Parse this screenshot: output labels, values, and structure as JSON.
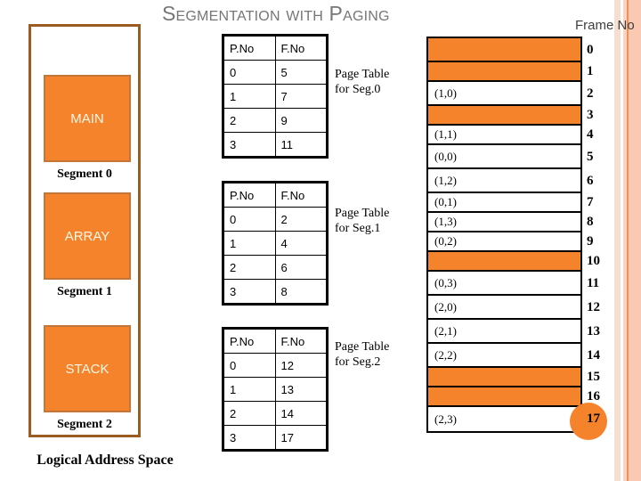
{
  "title": "Segmentation with Paging",
  "frame_no_label": "Frame No",
  "logical_address_space": {
    "caption": "Logical Address Space",
    "segments": [
      {
        "name": "MAIN",
        "caption": "Segment 0"
      },
      {
        "name": "ARRAY",
        "caption": "Segment 1"
      },
      {
        "name": "STACK",
        "caption": "Segment 2"
      }
    ]
  },
  "page_tables": [
    {
      "label": "Page Table for Seg.0",
      "headers": [
        "P.No",
        "F.No"
      ],
      "rows": [
        [
          "0",
          "5"
        ],
        [
          "1",
          "7"
        ],
        [
          "2",
          "9"
        ],
        [
          "3",
          "11"
        ]
      ]
    },
    {
      "label": "Page Table for Seg.1",
      "headers": [
        "P.No",
        "F.No"
      ],
      "rows": [
        [
          "0",
          "2"
        ],
        [
          "1",
          "4"
        ],
        [
          "2",
          "6"
        ],
        [
          "3",
          "8"
        ]
      ]
    },
    {
      "label": "Page Table for Seg.2",
      "headers": [
        "P.No",
        "F.No"
      ],
      "rows": [
        [
          "0",
          "12"
        ],
        [
          "1",
          "13"
        ],
        [
          "2",
          "14"
        ],
        [
          "3",
          "17"
        ]
      ]
    }
  ],
  "physical_memory": {
    "frames": [
      {
        "index": "0",
        "content": "",
        "used": true,
        "height": 27
      },
      {
        "index": "1",
        "content": "",
        "used": true,
        "height": 22
      },
      {
        "index": "2",
        "content": "(1,0)",
        "used": false,
        "height": 27
      },
      {
        "index": "3",
        "content": "",
        "used": true,
        "height": 22
      },
      {
        "index": "4",
        "content": "(1,1)",
        "used": false,
        "height": 22
      },
      {
        "index": "5",
        "content": "(0,0)",
        "used": false,
        "height": 27
      },
      {
        "index": "6",
        "content": "(1,2)",
        "used": false,
        "height": 27
      },
      {
        "index": "7",
        "content": "(0,1)",
        "used": false,
        "height": 22
      },
      {
        "index": "8",
        "content": "(1,3)",
        "used": false,
        "height": 22
      },
      {
        "index": "9",
        "content": "(0,2)",
        "used": false,
        "height": 22
      },
      {
        "index": "10",
        "content": "",
        "used": true,
        "height": 22
      },
      {
        "index": "11",
        "content": "(0,3)",
        "used": false,
        "height": 27
      },
      {
        "index": "12",
        "content": "(2,0)",
        "used": false,
        "height": 27
      },
      {
        "index": "13",
        "content": "(2,1)",
        "used": false,
        "height": 27
      },
      {
        "index": "14",
        "content": "(2,2)",
        "used": false,
        "height": 27
      },
      {
        "index": "15",
        "content": "",
        "used": true,
        "height": 22
      },
      {
        "index": "16",
        "content": "",
        "used": true,
        "height": 22
      },
      {
        "index": "17",
        "content": "(2,3)",
        "used": false,
        "height": 27
      }
    ]
  },
  "colors": {
    "orange": "#f5832b",
    "brown_border": "#9b5c22",
    "title_gray": "#767676",
    "segment_text": "#fdf8e8"
  }
}
